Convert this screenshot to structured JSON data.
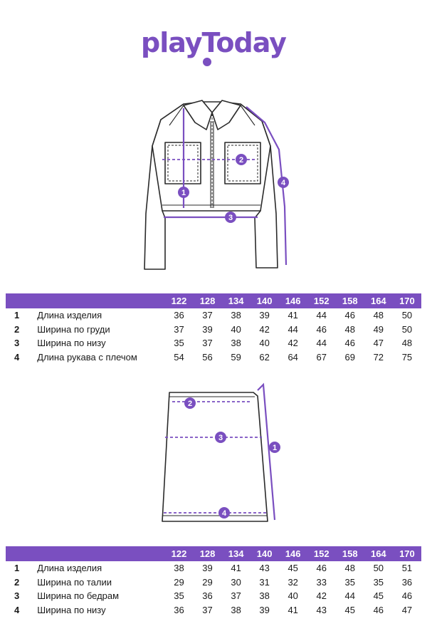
{
  "brand": {
    "logo_text": "playToday"
  },
  "colors": {
    "accent": "#7a4fc0",
    "line": "#2a2a2a"
  },
  "jacket_table": {
    "sizes": [
      "122",
      "128",
      "134",
      "140",
      "146",
      "152",
      "158",
      "164",
      "170"
    ],
    "rows": [
      {
        "num": "1",
        "name": "Длина изделия",
        "values": [
          "36",
          "37",
          "38",
          "39",
          "41",
          "44",
          "46",
          "48",
          "50"
        ]
      },
      {
        "num": "2",
        "name": "Ширина по груди",
        "values": [
          "37",
          "39",
          "40",
          "42",
          "44",
          "46",
          "48",
          "49",
          "50"
        ]
      },
      {
        "num": "3",
        "name": "Ширина по низу",
        "values": [
          "35",
          "37",
          "38",
          "40",
          "42",
          "44",
          "46",
          "47",
          "48"
        ]
      },
      {
        "num": "4",
        "name": "Длина рукава с плечом",
        "values": [
          "54",
          "56",
          "59",
          "62",
          "64",
          "67",
          "69",
          "72",
          "75"
        ]
      }
    ]
  },
  "skirt_table": {
    "sizes": [
      "122",
      "128",
      "134",
      "140",
      "146",
      "152",
      "158",
      "164",
      "170"
    ],
    "rows": [
      {
        "num": "1",
        "name": "Длина изделия",
        "values": [
          "38",
          "39",
          "41",
          "43",
          "45",
          "46",
          "48",
          "50",
          "51"
        ]
      },
      {
        "num": "2",
        "name": "Ширина по талии",
        "values": [
          "29",
          "29",
          "30",
          "31",
          "32",
          "33",
          "35",
          "35",
          "36"
        ]
      },
      {
        "num": "3",
        "name": "Ширина по бедрам",
        "values": [
          "35",
          "36",
          "37",
          "38",
          "40",
          "42",
          "44",
          "45",
          "46"
        ]
      },
      {
        "num": "4",
        "name": "Ширина по низу",
        "values": [
          "36",
          "37",
          "38",
          "39",
          "41",
          "43",
          "45",
          "46",
          "47"
        ]
      }
    ]
  },
  "jacket_markers": [
    "1",
    "2",
    "3",
    "4"
  ],
  "skirt_markers": [
    "1",
    "2",
    "3",
    "4"
  ]
}
